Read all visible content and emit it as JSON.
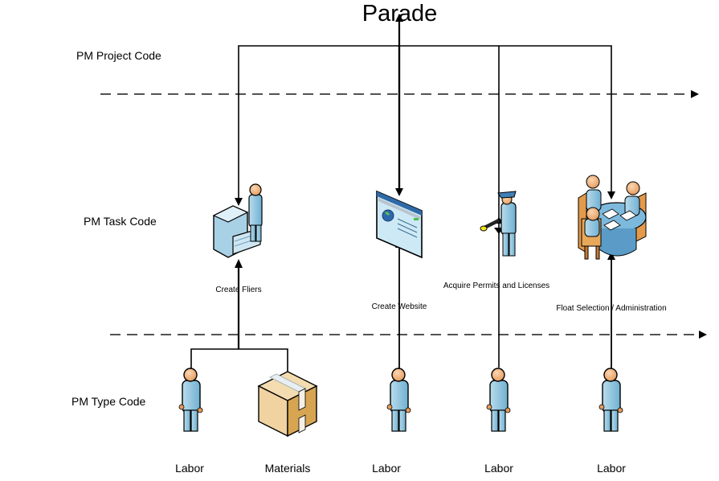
{
  "title": "Parade",
  "row_labels": {
    "project": "PM Project Code",
    "task": "PM Task Code",
    "type": "PM Type Code"
  },
  "tasks": [
    {
      "label": "Create Fliers",
      "icon": "printer-operator-icon"
    },
    {
      "label": "Create Website",
      "icon": "web-page-icon"
    },
    {
      "label": "Acquire Permits and Licenses",
      "icon": "police-officer-icon"
    },
    {
      "label": "Float Selection / Administration",
      "icon": "meeting-table-icon"
    }
  ],
  "resources": [
    {
      "label": "Labor",
      "icon": "person-icon"
    },
    {
      "label": "Materials",
      "icon": "box-icon"
    },
    {
      "label": "Labor",
      "icon": "person-icon"
    },
    {
      "label": "Labor",
      "icon": "person-icon"
    },
    {
      "label": "Labor",
      "icon": "person-icon"
    }
  ],
  "colors": {
    "line": "#000000",
    "dash": "#1a1a1a",
    "person_body": "#8cc3dd",
    "person_skin": "#f0b07a",
    "box": "#e8c48a",
    "table": "#6aa8cf",
    "chair": "#e39a4a"
  }
}
